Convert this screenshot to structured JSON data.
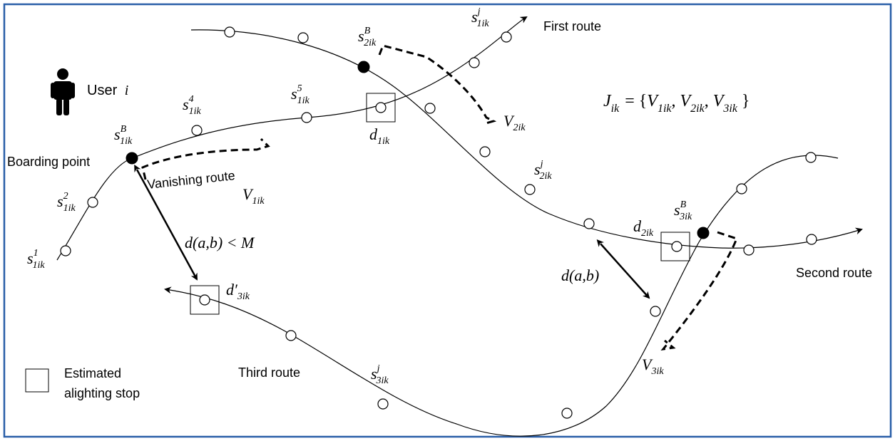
{
  "user": {
    "label": "User",
    "var": "i"
  },
  "labels": {
    "first_route": "First route",
    "second_route": "Second route",
    "third_route": "Third route",
    "boarding_point": "Boarding point",
    "vanishing_route": "Vanishing route",
    "legend_line1": "Estimated",
    "legend_line2": "alighting stop"
  },
  "formula": {
    "lhs": "J",
    "lhs_sub": "ik",
    "items": [
      {
        "base": "V",
        "sub": "1ik"
      },
      {
        "base": "V",
        "sub": "2ik"
      },
      {
        "base": "V",
        "sub": "3ik"
      }
    ]
  },
  "distance_labels": {
    "constraint": "d(a,b) < M",
    "plain": "d(a,b)"
  },
  "math_labels": [
    {
      "id": "s1-1",
      "base": "s",
      "sup": "1",
      "sub": "1ik"
    },
    {
      "id": "s1-2",
      "base": "s",
      "sup": "2",
      "sub": "1ik"
    },
    {
      "id": "s1-B",
      "base": "s",
      "sup": "B",
      "sub": "1ik"
    },
    {
      "id": "s1-4",
      "base": "s",
      "sup": "4",
      "sub": "1ik"
    },
    {
      "id": "s1-5",
      "base": "s",
      "sup": "5",
      "sub": "1ik"
    },
    {
      "id": "s1-j",
      "base": "s",
      "sup": "j",
      "sub": "1ik"
    },
    {
      "id": "s2-B",
      "base": "s",
      "sup": "B",
      "sub": "2ik"
    },
    {
      "id": "s2-j",
      "base": "s",
      "sup": "j",
      "sub": "2ik"
    },
    {
      "id": "s3-B",
      "base": "s",
      "sup": "B",
      "sub": "3ik"
    },
    {
      "id": "s3-j",
      "base": "s",
      "sup": "j",
      "sub": "3ik"
    },
    {
      "id": "d1",
      "base": "d",
      "sup": "",
      "sub": "1ik"
    },
    {
      "id": "d2",
      "base": "d",
      "sup": "",
      "sub": "2ik"
    },
    {
      "id": "d3p",
      "base": "d′",
      "sup": "",
      "sub": "3ik"
    },
    {
      "id": "V1",
      "base": "V",
      "sup": "",
      "sub": "1ik"
    },
    {
      "id": "V2",
      "base": "V",
      "sup": "",
      "sub": "2ik"
    },
    {
      "id": "V3",
      "base": "V",
      "sup": "",
      "sub": "3ik"
    }
  ]
}
